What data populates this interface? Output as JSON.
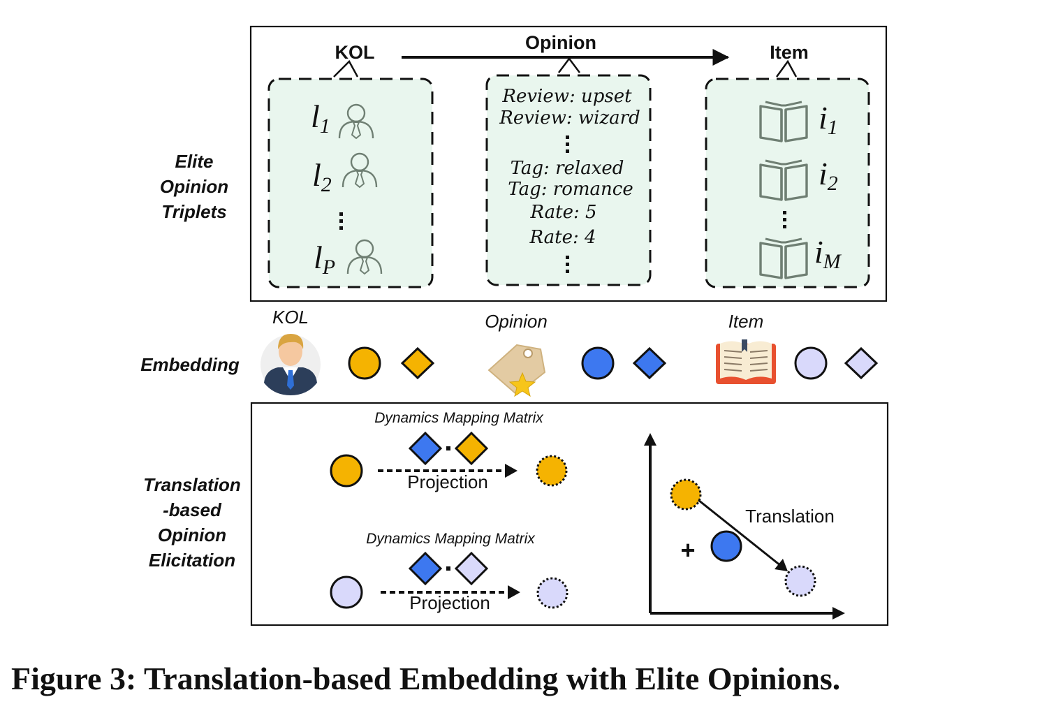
{
  "sections": {
    "triplets": [
      "Elite",
      "Opinion",
      "Triplets"
    ],
    "embedding": "Embedding",
    "translation": [
      "Translation",
      "-based",
      "Opinion",
      "Elicitation"
    ]
  },
  "triplet_panel": {
    "kol_header": "KOL",
    "opinion_header": "Opinion",
    "item_header": "Item",
    "kols": [
      {
        "base": "l",
        "sub": "1"
      },
      {
        "base": "l",
        "sub": "2"
      },
      {
        "base": "l",
        "sub": "P"
      }
    ],
    "items": [
      {
        "base": "i",
        "sub": "1"
      },
      {
        "base": "i",
        "sub": "2"
      },
      {
        "base": "i",
        "sub": "M"
      }
    ],
    "opinions": [
      "Review:  upset",
      "Review:  wizard",
      "Tag:  relaxed",
      "Tag:  romance",
      "Rate:  5",
      "Rate:  4"
    ]
  },
  "embedding_row": {
    "kol_label": "KOL",
    "opinion_label": "Opinion",
    "item_label": "Item"
  },
  "translation_panel": {
    "matrix_label_top": "Dynamics Mapping Matrix",
    "matrix_label_bottom": "Dynamics Mapping Matrix",
    "projection_top": "Projection",
    "projection_bottom": "Projection",
    "translation": "Translation",
    "plus": "+"
  },
  "colors": {
    "kol": "#f5b301",
    "opinion": "#3d78f0",
    "item": "#d9d9fb",
    "box_fill": "#e9f6ee"
  },
  "caption": "Figure 3: Translation-based Embedding with Elite Opinions."
}
